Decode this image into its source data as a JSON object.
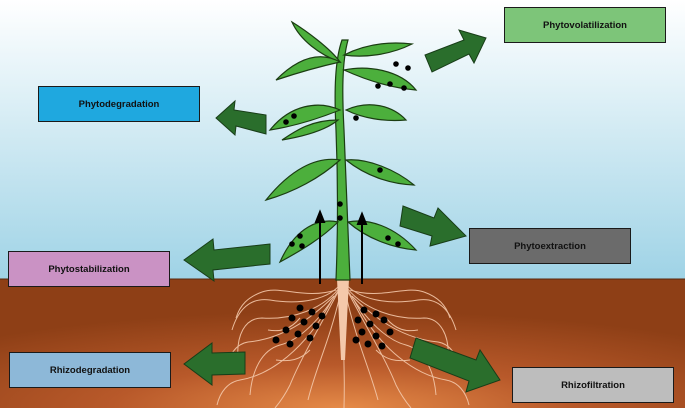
{
  "labels": {
    "phytovolatilization": "Phytovolatilization",
    "phytodegradation": "Phytodegradation",
    "phytoextraction": "Phytoextraction",
    "phytostabilization": "Phytostabilization",
    "rhizodegradation": "Rhizodegradation",
    "rhizofiltration": "Rhizofiltration"
  },
  "colors": {
    "sky_top": "#ffffff",
    "sky_bottom": "#9fd3e6",
    "soil": "#8e3f16",
    "soil_center": "#e07f3f",
    "leaf": "#4caf3c",
    "arrow": "#2a6e2c",
    "root": "#f2c6a8",
    "contaminant_dot": "#000000"
  }
}
